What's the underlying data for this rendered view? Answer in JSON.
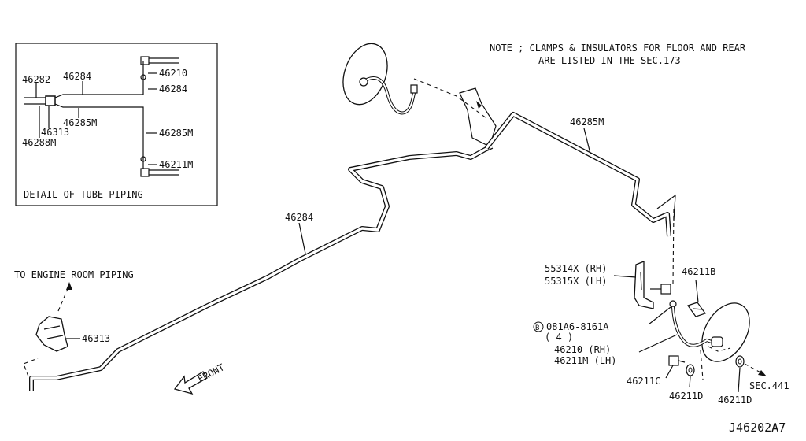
{
  "note": {
    "line1": "NOTE ; CLAMPS & INSULATORS FOR FLOOR AND REAR",
    "line2": "ARE LISTED IN THE SEC.173"
  },
  "detail": {
    "title": "DETAIL OF TUBE PIPING",
    "labels": {
      "p46282": "46282",
      "p46284": "46284",
      "p46210": "46210",
      "p46284b": "46284",
      "p46285m_a": "46285M",
      "p46313": "46313",
      "p46288m": "46288M",
      "p46285m_b": "46285M",
      "p46211m": "46211M"
    }
  },
  "main": {
    "labels": {
      "p46285m": "46285M",
      "p46284": "46284",
      "engine_room": "TO ENGINE ROOM PIPING",
      "p46313": "46313",
      "front": "FRONT",
      "p55314x": "55314X (RH)",
      "p55315x": "55315X (LH)",
      "p46211b": "46211B",
      "bolt_circle": "B",
      "bolt": "081A6-8161A",
      "bolt_qty": "( 4 )",
      "p46210_rh": "46210  (RH)",
      "p46211m_lh": "46211M (LH)",
      "p46211c": "46211C",
      "p46211d_a": "46211D",
      "p46211d_b": "46211D",
      "sec441": "SEC.441"
    }
  },
  "diagram_id": "J46202A7"
}
